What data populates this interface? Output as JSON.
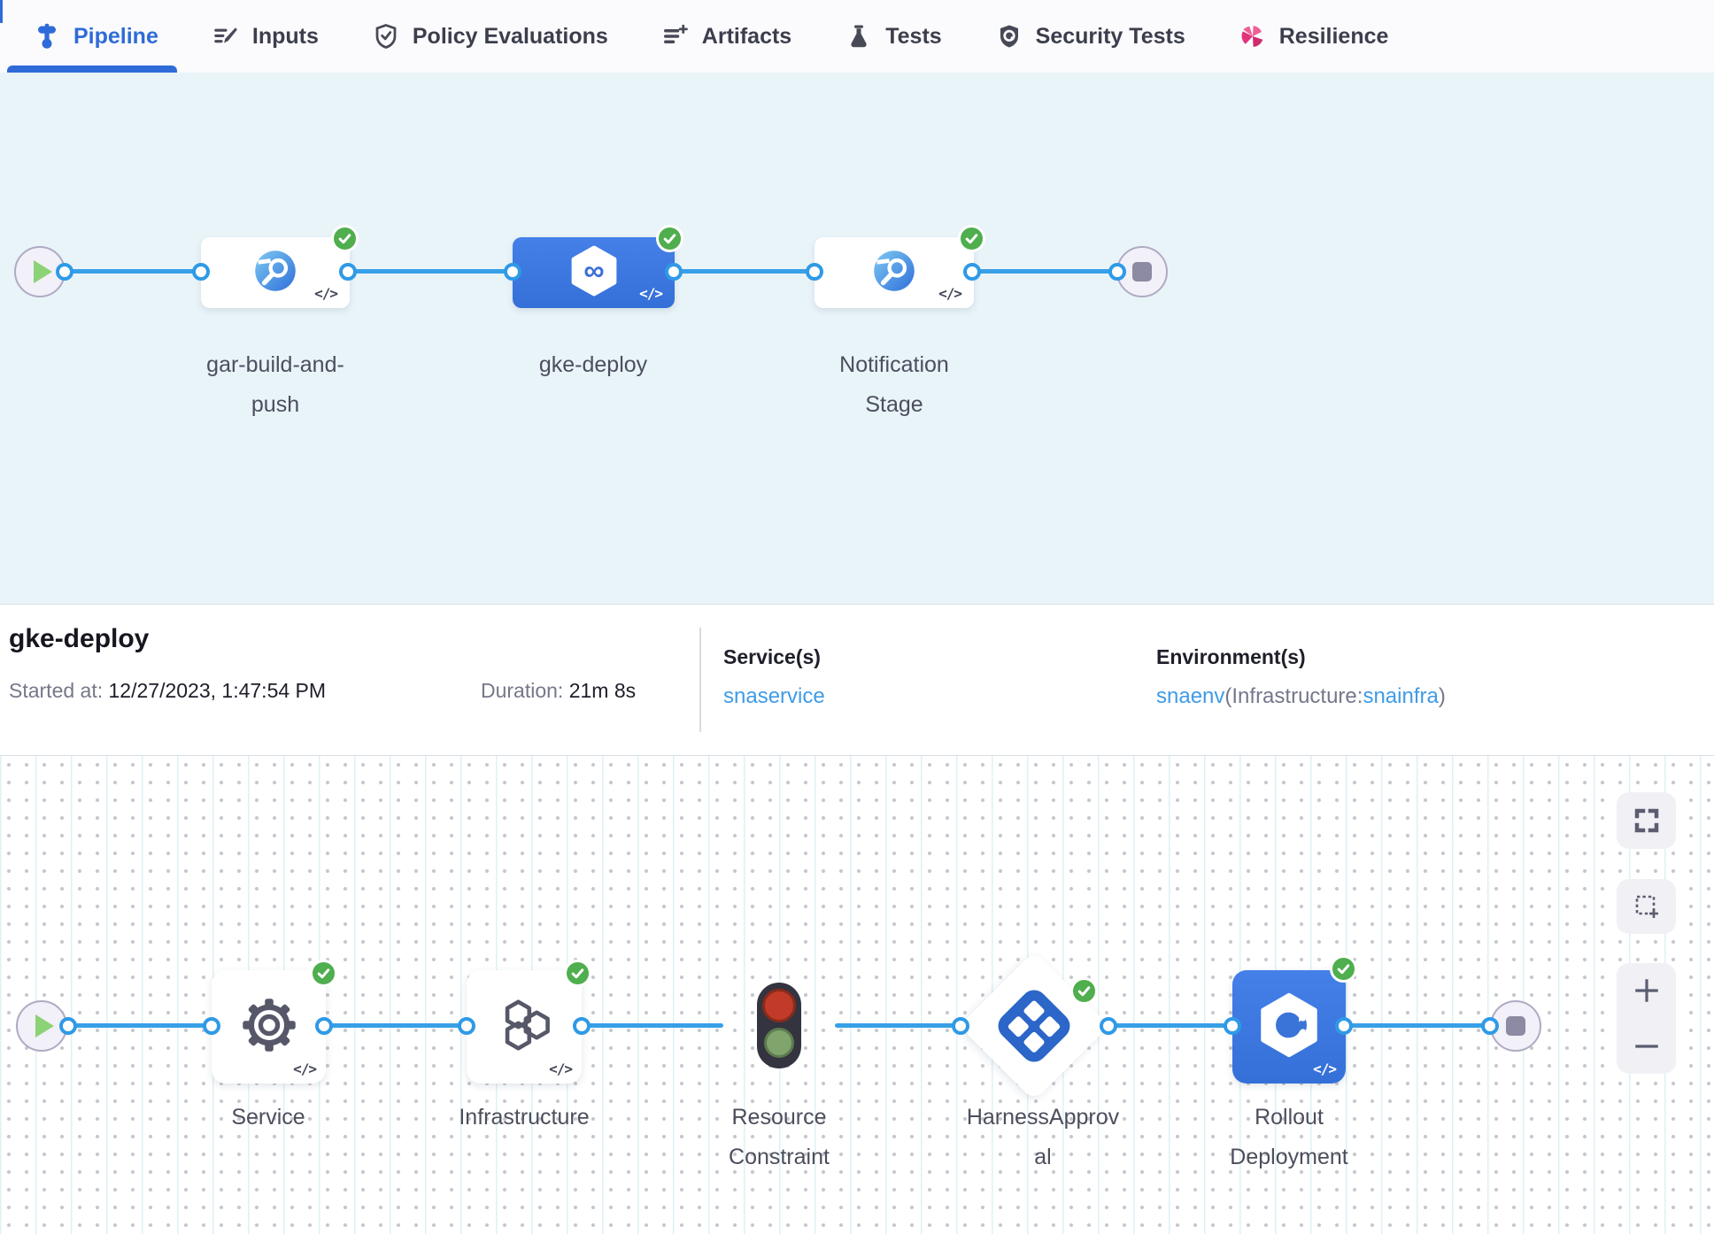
{
  "tabbar": {
    "tabs": [
      {
        "label": "Pipeline",
        "icon": "pipeline-icon",
        "active": true
      },
      {
        "label": "Inputs",
        "icon": "inputs-icon",
        "active": false
      },
      {
        "label": "Policy Evaluations",
        "icon": "policy-shield-icon",
        "active": false
      },
      {
        "label": "Artifacts",
        "icon": "artifacts-icon",
        "active": false
      },
      {
        "label": "Tests",
        "icon": "flask-icon",
        "active": false
      },
      {
        "label": "Security Tests",
        "icon": "security-shield-icon",
        "active": false
      },
      {
        "label": "Resilience",
        "icon": "resilience-pinwheel-icon",
        "active": false
      }
    ]
  },
  "stage_graph": {
    "stages": [
      {
        "name": "gar-build-and-push",
        "label_lines": [
          "gar-build-and-",
          "push"
        ],
        "status": "success",
        "selected": false,
        "icon": "ci-build-stage-icon"
      },
      {
        "name": "gke-deploy",
        "label_lines": [
          "gke-deploy"
        ],
        "status": "success",
        "selected": true,
        "icon": "cd-deploy-stage-icon"
      },
      {
        "name": "Notification Stage",
        "label_lines": [
          "Notification",
          "Stage"
        ],
        "status": "success",
        "selected": false,
        "icon": "ci-build-stage-icon"
      }
    ],
    "code_glyph": "</>"
  },
  "details": {
    "title": "gke-deploy",
    "started_label": "Started at:",
    "started_value": "12/27/2023, 1:47:54 PM",
    "duration_label": "Duration:",
    "duration_value": "21m 8s",
    "services_label": "Service(s)",
    "service_link": "snaservice",
    "environments_label": "Environment(s)",
    "env_link": "snaenv",
    "env_infra_prefix": "(Infrastructure:",
    "env_infra_link": "snainfra",
    "env_suffix": ")"
  },
  "exec_graph": {
    "steps": [
      {
        "name": "Service",
        "label_lines": [
          "Service"
        ],
        "status": "success",
        "icon": "gear-icon"
      },
      {
        "name": "Infrastructure",
        "label_lines": [
          "Infrastructure"
        ],
        "status": "success",
        "icon": "hexagons-icon"
      },
      {
        "name": "Resource Constraint",
        "label_lines": [
          "Resource",
          "Constraint"
        ],
        "status": "running-wait",
        "icon": "traffic-light-icon"
      },
      {
        "name": "HarnessApproval",
        "label_lines": [
          "HarnessApprov",
          "al"
        ],
        "status": "success",
        "icon": "approval-diamond-icon"
      },
      {
        "name": "Rollout Deployment",
        "label_lines": [
          "Rollout",
          "Deployment"
        ],
        "status": "success",
        "icon": "rollout-deployment-icon"
      }
    ],
    "code_glyph": "</>"
  },
  "icons": {
    "infinity": "∞"
  },
  "colors": {
    "accent_blue": "#2f6bd8",
    "connector_blue": "#38a0e8",
    "selected_card_blue": "#3b78e3",
    "success_green": "#4fae4e",
    "link_blue": "#3f9be6",
    "canvas_blue": "#e9f4f9",
    "resilience_pink": "#e1337a"
  }
}
